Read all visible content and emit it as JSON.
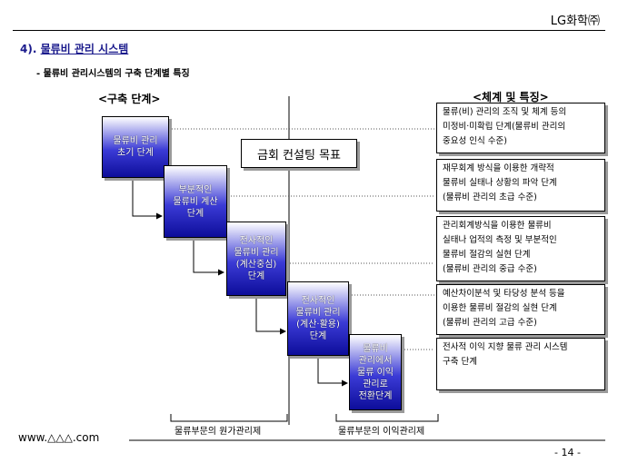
{
  "company": "LG화학㈜",
  "section": {
    "number": "4).",
    "title": "물류비 관리 시스템"
  },
  "subtitle": "- 물류비 관리시스템의 구축 단계별 특징",
  "left_header": "<구축 단계>",
  "right_header": "<체계 및 특징>",
  "target_label": "금회 컨설팅 목표",
  "stages": [
    {
      "lines": [
        "물류비 관리",
        "초기 단계"
      ]
    },
    {
      "lines": [
        "부분적인",
        "물류비 계산",
        "단계"
      ]
    },
    {
      "lines": [
        "전사적인",
        "물류비 관리",
        "(계산중심)",
        "단계"
      ]
    },
    {
      "lines": [
        "전사적인",
        "물류비 관리",
        "(계산·활용)",
        "단계"
      ]
    },
    {
      "lines": [
        "물류비",
        "관리에서",
        "물류 이익",
        "관리로",
        "전환단계"
      ]
    }
  ],
  "features": [
    {
      "lines": [
        "물류(비) 관리의 조직 및 체계 등의",
        "미정비·미확립 단계(물류비 관리의",
        "중요성 인식 수준)"
      ]
    },
    {
      "lines": [
        "재무회계 방식을 이용한 개략적",
        "물류비 실태나 상황의 파악 단계",
        "(물류비 관리의 초급 수준)"
      ]
    },
    {
      "lines": [
        "관리회계방식을 이용한 물류비",
        "실태나 업적의 측정 및 부분적인",
        "물류비 절감의 실현 단계",
        "(물류비 관리의 중급 수준)"
      ]
    },
    {
      "lines": [
        "예산차이분석 및 타당성 분석 등을",
        "이용한 물류비 절감의 실현 단계",
        "(물류비 관리의 고급 수준)"
      ]
    },
    {
      "lines": [
        "전사적 이익 지향 물류 관리 시스템",
        "구축 단계"
      ]
    }
  ],
  "bottom_labels": [
    "물류부문의 원가관리제",
    "물류부문의 이익관리제"
  ],
  "footer": "www.△△△.com",
  "page_number": "- 14 -"
}
